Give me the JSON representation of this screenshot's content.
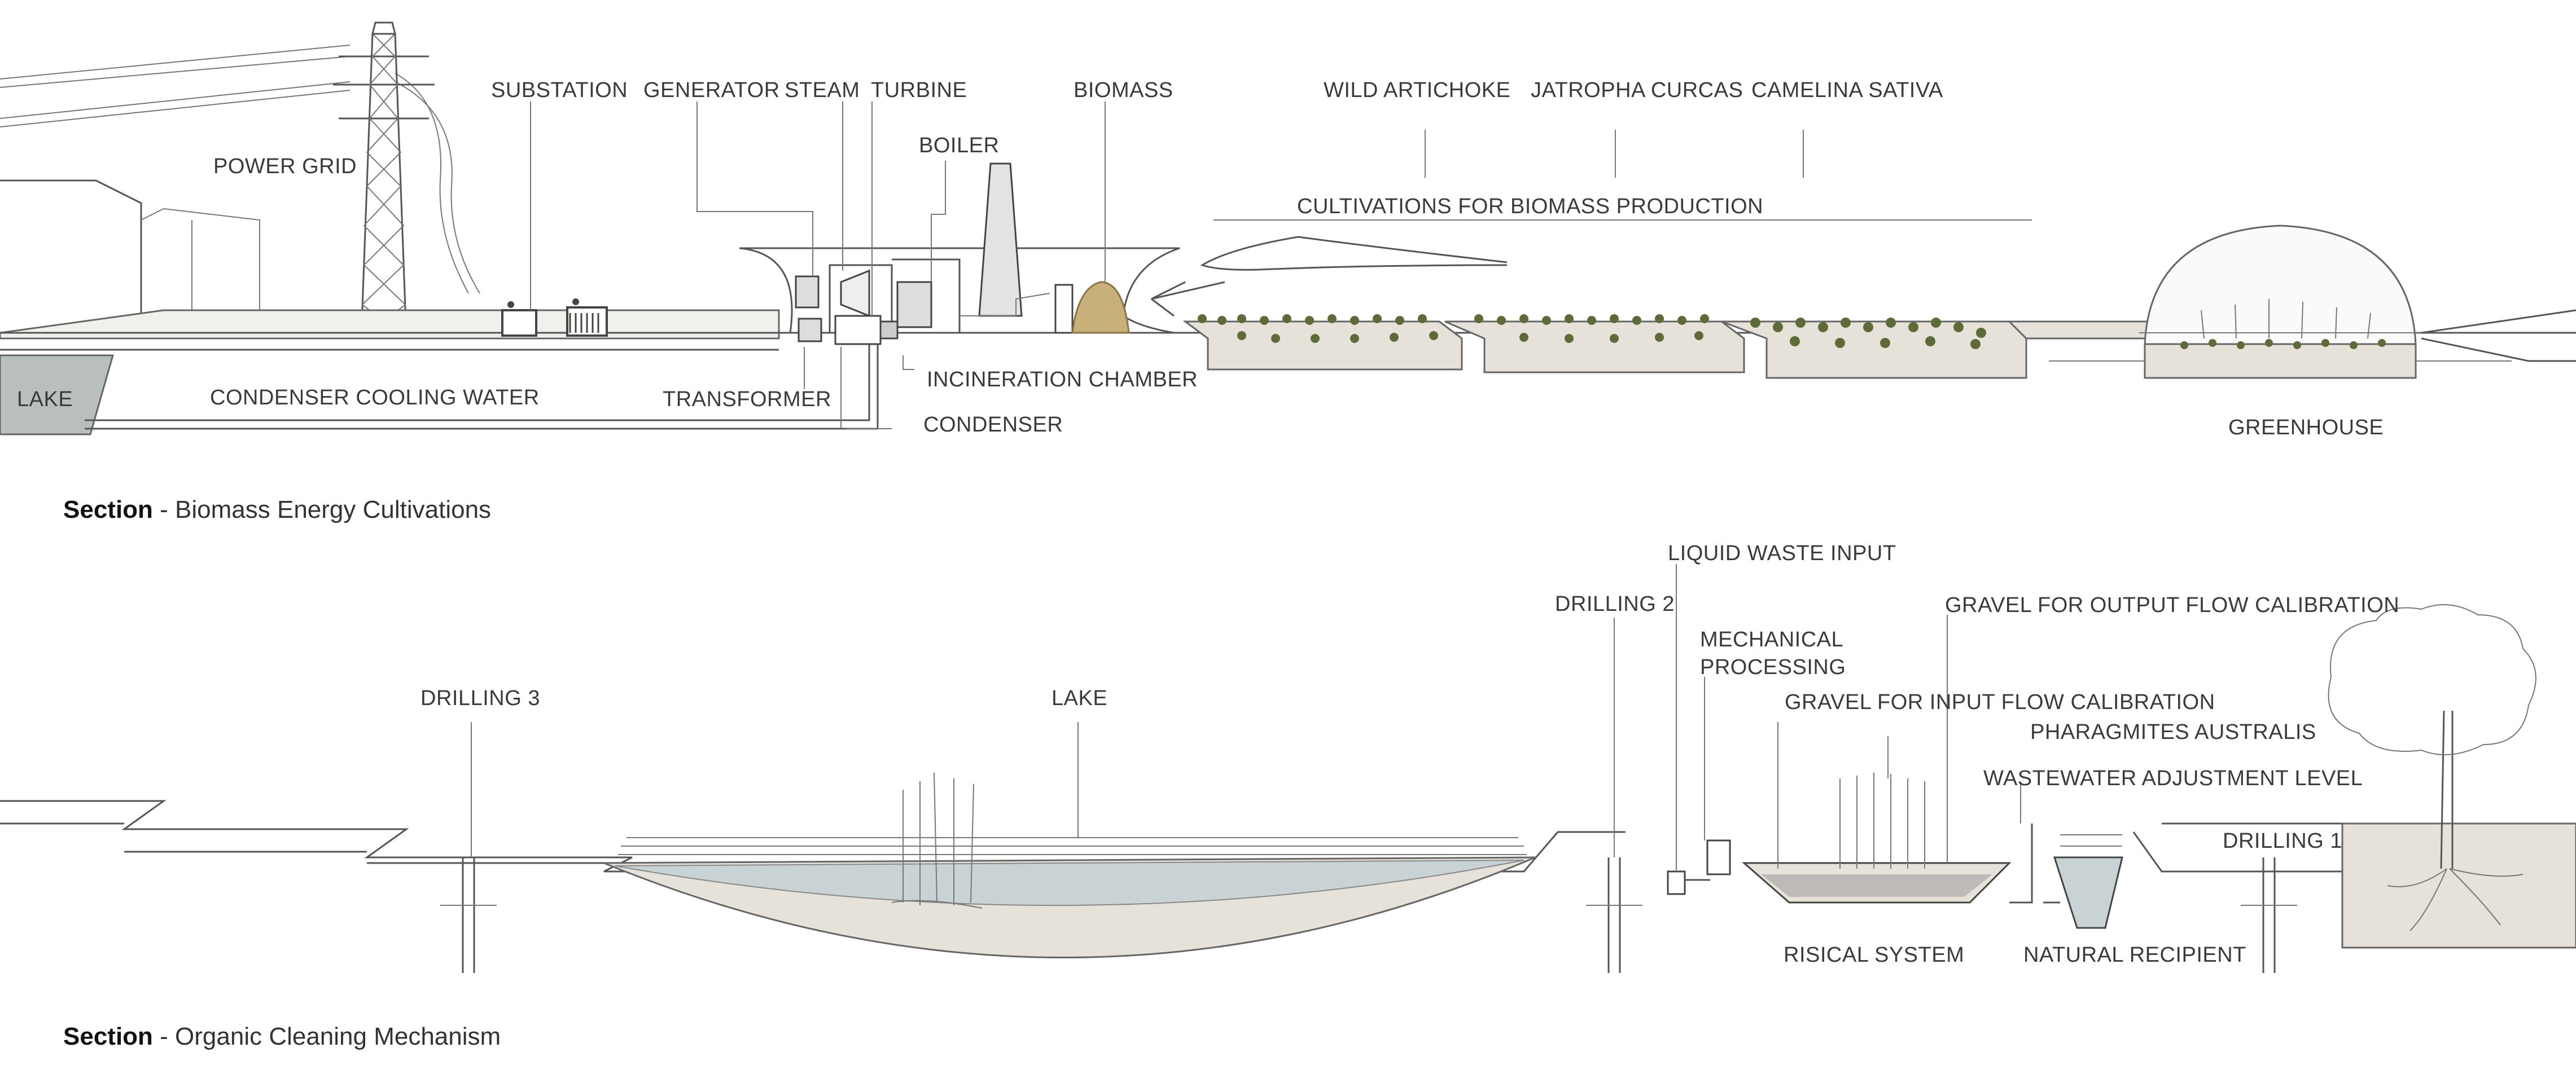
{
  "colors": {
    "ground": "#e6e1d9",
    "lake_fill": "#b8bfbe",
    "water": "#c9d3d6",
    "biomass": "#c8b07a",
    "plant": "#5e6b38",
    "line": "#555555"
  },
  "section1": {
    "title_bold": "Section",
    "title_rest": " - Biomass Energy Cultivations",
    "labels": {
      "substation": "SUBSTATION",
      "generator": "GENERATOR",
      "steam": "STEAM",
      "turbine": "TURBINE",
      "biomass": "BIOMASS",
      "boiler": "BOILER",
      "power_grid": "POWER GRID",
      "lake": "LAKE",
      "condenser_cooling_water": "CONDENSER COOLING WATER",
      "transformer": "TRANSFORMER",
      "condenser": "CONDENSER",
      "incineration_chamber": "INCINERATION CHAMBER",
      "wild_artichoke": "WILD ARTICHOKE",
      "jatropha_curcas": "JATROPHA CURCAS",
      "camelina_sativa": "CAMELINA SATIVA",
      "cultivations": "CULTIVATIONS FOR BIOMASS PRODUCTION",
      "greenhouse": "GREENHOUSE"
    }
  },
  "section2": {
    "title_bold": "Section",
    "title_rest": " - Organic Cleaning Mechanism",
    "labels": {
      "liquid_waste_input": "LIQUID WASTE INPUT",
      "drilling_2": "DRILLING 2",
      "gravel_output": "GRAVEL FOR OUTPUT FLOW CALIBRATION",
      "mechanical_1": "MECHANICAL",
      "mechanical_2": "PROCESSING",
      "drilling_3": "DRILLING 3",
      "lake": "LAKE",
      "gravel_input": "GRAVEL FOR INPUT FLOW CALIBRATION",
      "pharagmites": "PHARAGMITES AUSTRALIS",
      "wastewater_level": "WASTEWATER ADJUSTMENT LEVEL",
      "drilling_1": "DRILLING 1",
      "risical_system": "RISICAL SYSTEM",
      "natural_recipient": "NATURAL RECIPIENT"
    }
  }
}
